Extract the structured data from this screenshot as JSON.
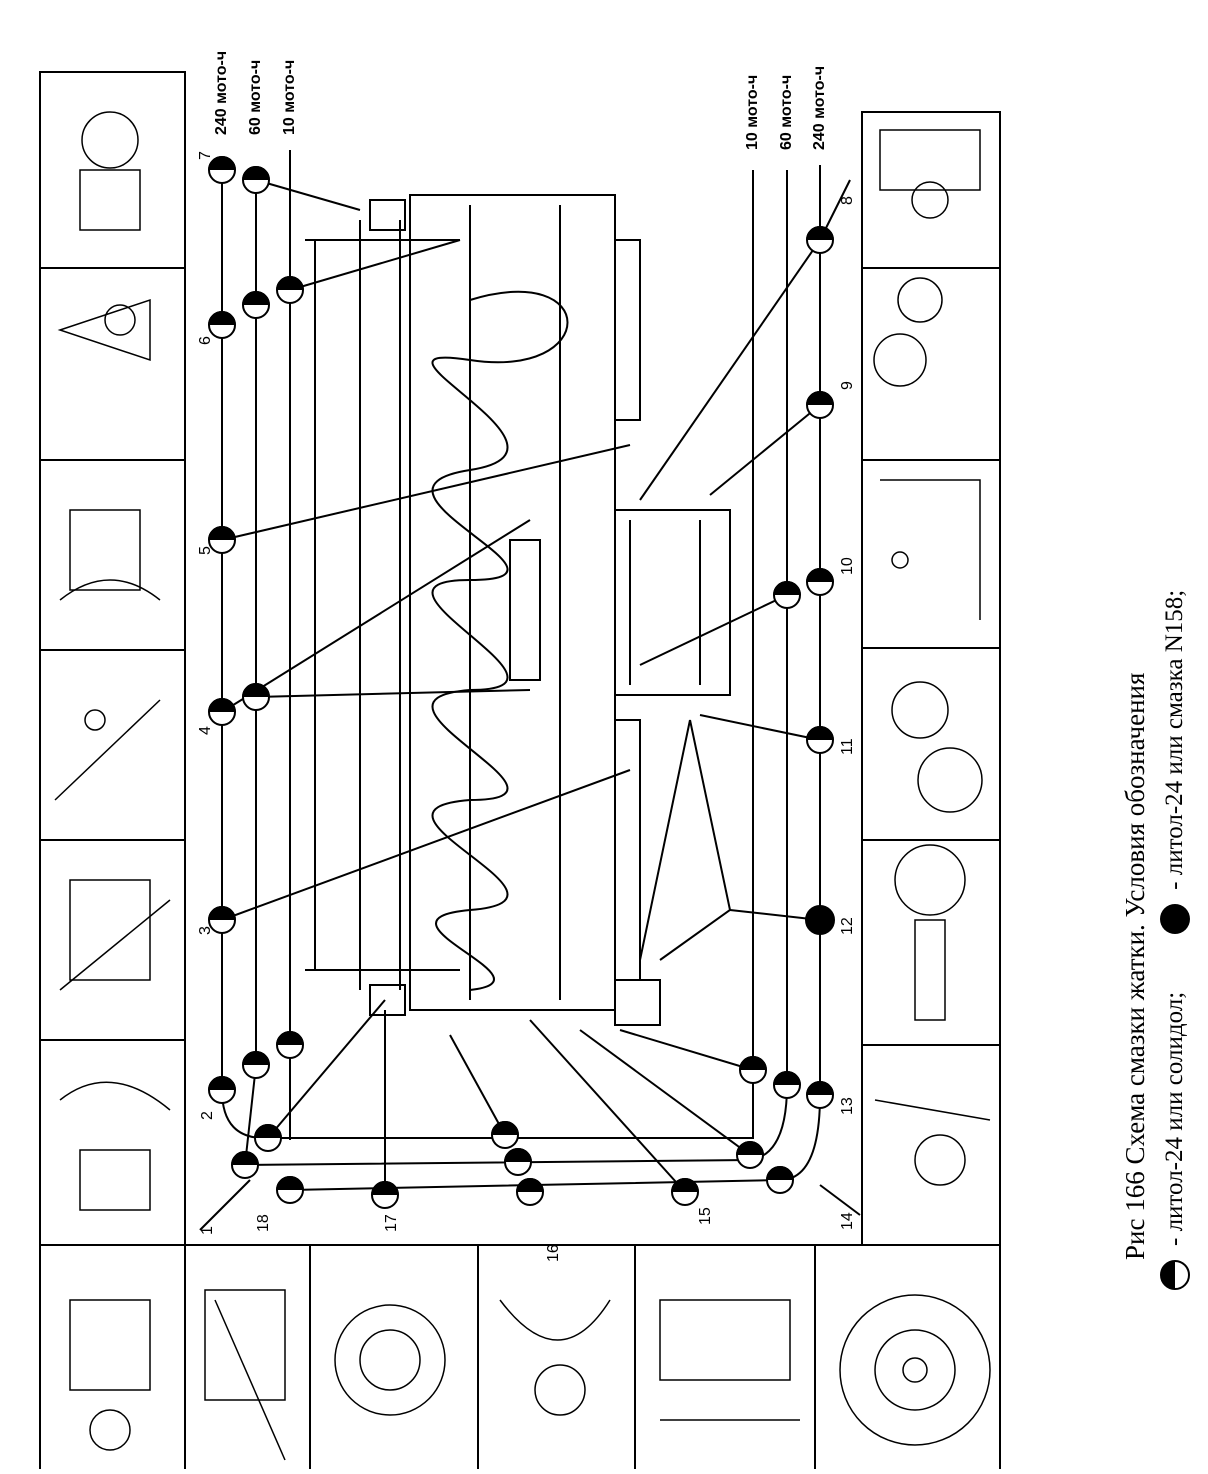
{
  "caption": "Рис 166 Схема смазки жатки. Условия обозначения",
  "legend": {
    "half_filled_label": "- литол-24 или солидол;",
    "filled_label": "- литол-24 или смазка N158;"
  },
  "intervals": {
    "left": [
      "240 мото-ч",
      "60 мото-ч",
      "10 мото-ч"
    ],
    "right": [
      "10 мото-ч",
      "60 мото-ч",
      "240 мото-ч"
    ]
  },
  "points": [
    "1",
    "2",
    "3",
    "4",
    "5",
    "6",
    "7",
    "8",
    "9",
    "10",
    "11",
    "12",
    "13",
    "14",
    "15",
    "16",
    "17",
    "18"
  ],
  "colors": {
    "ink": "#000000",
    "paper": "#ffffff"
  }
}
